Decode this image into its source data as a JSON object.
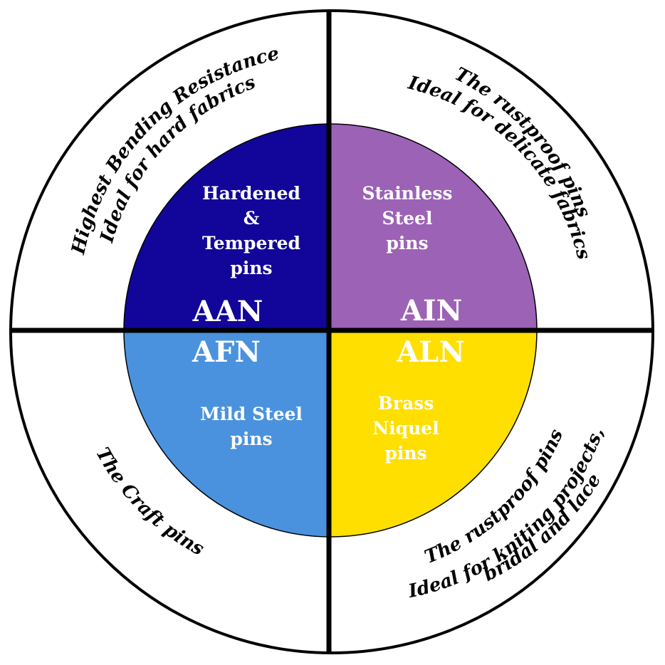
{
  "colors": {
    "aan": "#12069a",
    "ain": "#9c62b5",
    "afn": "#4a92de",
    "aln": "#fedf00",
    "outline": "#000000",
    "ring": "#ffffff"
  },
  "quadrants": {
    "aan": {
      "code": "AAN",
      "lines": [
        "Hardened",
        "&",
        "Tempered",
        "pins"
      ],
      "ring_lines": [
        "Highest Bending Resistance",
        "Ideal for hard fabrics"
      ]
    },
    "ain": {
      "code": "AIN",
      "lines": [
        "Stainless",
        "Steel",
        "pins"
      ],
      "ring_lines": [
        "The rustproof pins",
        "Ideal for delicate fabrics"
      ]
    },
    "afn": {
      "code": "AFN",
      "lines": [
        "Mild Steel",
        "pins"
      ],
      "ring_lines": [
        "The Craft pins"
      ]
    },
    "aln": {
      "code": "ALN",
      "lines": [
        "Brass",
        "Niquel",
        "pins"
      ],
      "ring_lines": [
        "The rustproof pins",
        "Ideal for kniting projects,",
        "bridal and lace"
      ]
    }
  }
}
